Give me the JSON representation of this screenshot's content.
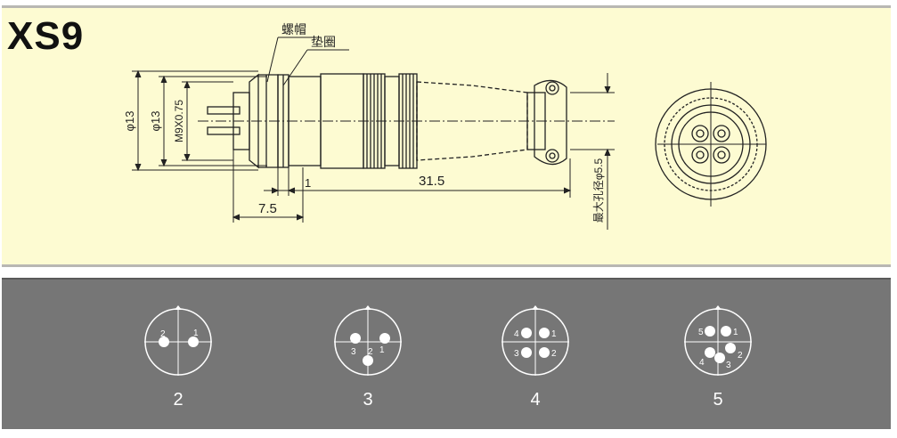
{
  "title": "XS9",
  "drawing": {
    "label_nut": "螺帽",
    "label_washer": "垫圈",
    "dim_outer_diameter_1": "φ13",
    "dim_outer_diameter_2": "φ13",
    "dim_thread": "M9X0.75",
    "dim_gap": "1",
    "dim_length": "31.5",
    "dim_front": "7.5",
    "dim_cable_hole": "最大孔径φ5.5"
  },
  "pin_layouts": [
    {
      "caption": "2",
      "pins": [
        {
          "n": 2
        },
        {
          "n": 1
        }
      ]
    },
    {
      "caption": "3",
      "pins": [
        {
          "n": 3
        },
        {
          "n": 2
        },
        {
          "n": 1
        }
      ]
    },
    {
      "caption": "4",
      "pins": [
        {
          "n": 4
        },
        {
          "n": 1
        },
        {
          "n": 3
        },
        {
          "n": 2
        }
      ]
    },
    {
      "caption": "5",
      "pins": [
        {
          "n": 5
        },
        {
          "n": 1
        },
        {
          "n": 4
        },
        {
          "n": 3
        },
        {
          "n": 2
        }
      ]
    }
  ],
  "colors": {
    "top_panel_bg": "#fdfbd2",
    "bottom_panel_bg": "#767676",
    "line": "#222222"
  }
}
